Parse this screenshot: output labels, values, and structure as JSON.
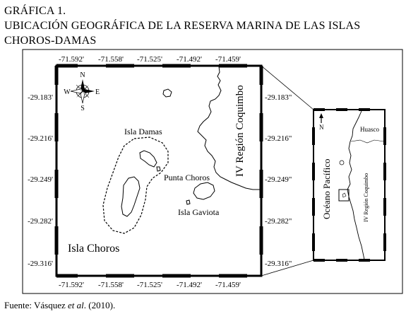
{
  "title": {
    "line1": "GRÁFICA 1.",
    "line2": "UBICACIÓN GEOGRÁFICA DE LA RESERVA MARINA DE LAS ISLAS",
    "line3": "CHOROS-DAMAS"
  },
  "map": {
    "top_ticks": [
      "-71.592'",
      "-71.558'",
      "-71.525'",
      "-71.492'",
      "-71.459'"
    ],
    "bottom_ticks": [
      "-71.592'",
      "-71.558'",
      "-71.525'",
      "-71.492'",
      "-71.459'"
    ],
    "left_ticks": [
      "-29.183'",
      "-29.216'",
      "-29.249'",
      "-29.282'",
      "-29.316'"
    ],
    "right_ticks": [
      "-29.183\"",
      "-29.216\"",
      "-29.249\"",
      "-29.282\"",
      "-29.316\""
    ],
    "compass": {
      "n": "N",
      "s": "S",
      "e": "E",
      "w": "W"
    },
    "labels": {
      "isla_damas": "Isla Damas",
      "punta_choros": "Punta Choros",
      "isla_gaviota": "Isla Gaviota",
      "isla_choros": "Isla Choros",
      "region": "IV Región Coquimbo"
    }
  },
  "inset": {
    "north": "N",
    "huasco": "Huasco",
    "ocean": "Océano Pacífico",
    "region": "IV Región Coquimbo"
  },
  "source": {
    "prefix": "Fuente: Vásquez ",
    "italic": "et al",
    "suffix": ". (2010)."
  }
}
